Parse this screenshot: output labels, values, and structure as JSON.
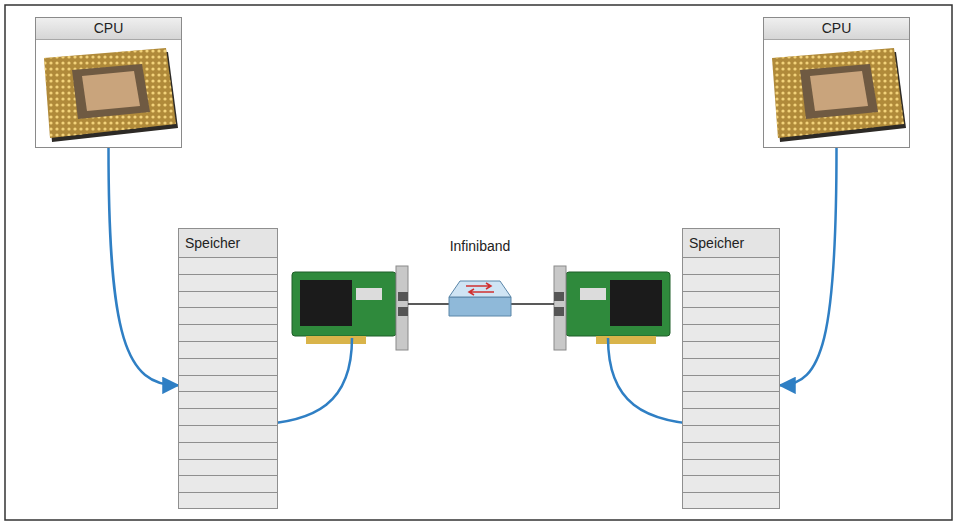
{
  "diagram": {
    "nodes": [
      {
        "text": [
          "CPU"
        ]
      },
      {
        "text": [
          "CPU"
        ]
      },
      {
        "text": [
          "Speicher"
        ]
      },
      {
        "text": [
          "Infiniband"
        ]
      },
      {
        "text": [
          "Speicher"
        ]
      }
    ],
    "edges": [
      {
        "from": 0,
        "to": 2,
        "arrow": "to"
      },
      {
        "from": 1,
        "to": 4,
        "arrow": "to"
      }
    ]
  }
}
